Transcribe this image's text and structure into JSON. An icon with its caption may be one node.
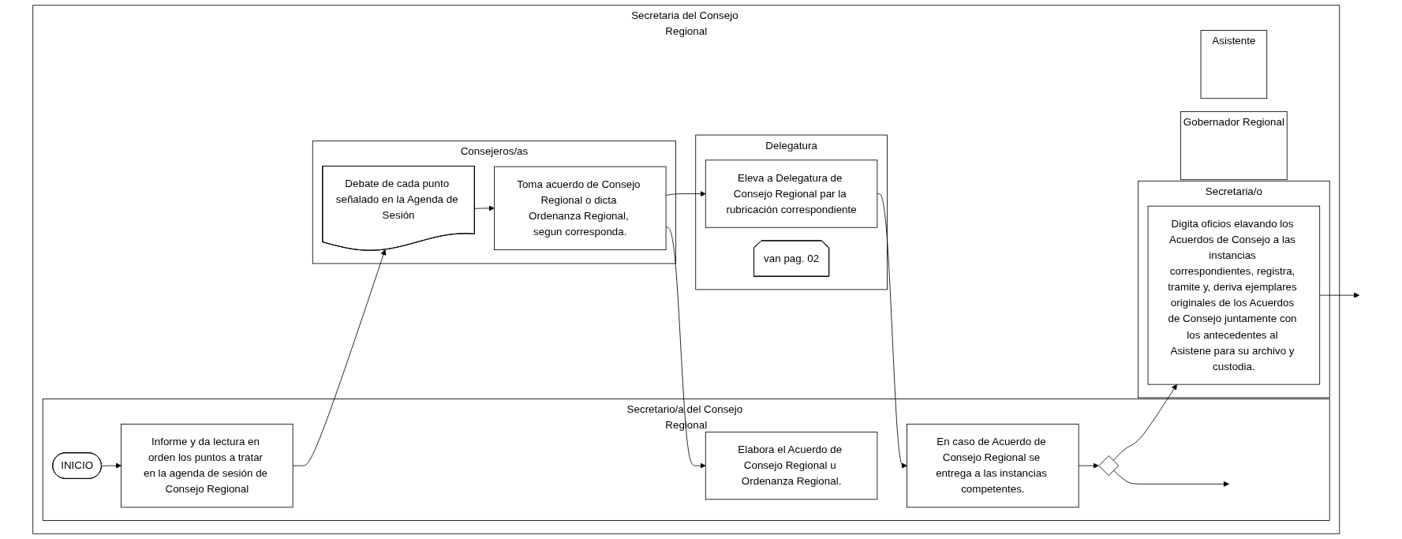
{
  "diagram": {
    "nodes": [
      {
        "text": [
          "Secretaria del Consejo Regional"
        ]
      },
      {
        "text": [
          "Secretario/a del Consejo Regional"
        ],
        "in": 0
      },
      {
        "text": [
          "Delegatura"
        ],
        "in": 0
      },
      {
        "text": [
          "Consejeros/as"
        ],
        "in": 0
      },
      {
        "text": [
          "Secretaria/o"
        ],
        "in": 0
      },
      {
        "text": [
          "Gobernador Regional"
        ],
        "in": 0
      },
      {
        "text": [
          "Asistente"
        ],
        "in": 0
      },
      {
        "text": [
          "INICIO"
        ],
        "in": 1
      },
      {
        "text": [
          "Informe y da lectura en orden los puntos a tratar en la agenda de sesión de Consejo Regional"
        ],
        "in": 1
      },
      {
        "text": [
          "Debate de cada punto señalado en la Agenda de Sesión"
        ],
        "in": 3
      },
      {
        "text": [
          "Toma acuerdo de Consejo Regional o dicta Ordenanza Regional, segun corresponda."
        ],
        "in": 3
      },
      {
        "text": [
          "Elabora el Acuerdo de Consejo Regional u Ordenanza Regional."
        ],
        "in": 1
      },
      {
        "text": [
          "Eleva a Delegatura de Consejo Regional par la rubricación correspondiente"
        ],
        "in": 2
      },
      {
        "text": [
          "En caso de Acuerdo de Consejo Regional se entrega a las instancias competentes."
        ],
        "in": 1
      },
      {
        "text": [],
        "shape": "diamond",
        "in": 1
      },
      {
        "text": [
          "van pag. 02"
        ],
        "in": 2
      },
      {
        "text": [
          "Digita oficios elavando los Acuerdos de Consejo a las instancias correspondientes, registra, tramite y, deriva ejemplares originales de los Acuerdos de Consejo juntamente con los antecedentes al Asistene para su archivo y custodia."
        ],
        "in": 4
      }
    ],
    "edges": [
      {
        "from": 7,
        "to": 8,
        "arrow": "to"
      },
      {
        "from": 8,
        "to": 9,
        "arrow": "to"
      },
      {
        "from": 9,
        "to": 10,
        "arrow": "to"
      },
      {
        "from": 10,
        "to": 11,
        "arrow": "to"
      },
      {
        "from": 10,
        "to": 12,
        "arrow": "to"
      },
      {
        "from": 12,
        "to": 13,
        "arrow": "to"
      },
      {
        "from": 13,
        "to": 14,
        "arrow": "to"
      },
      {
        "from": 14,
        "to": 16,
        "arrow": "to"
      },
      {
        "from": 14,
        "to": null,
        "arrow": "to"
      },
      {
        "from": 16,
        "to": null,
        "arrow": "to"
      }
    ]
  }
}
